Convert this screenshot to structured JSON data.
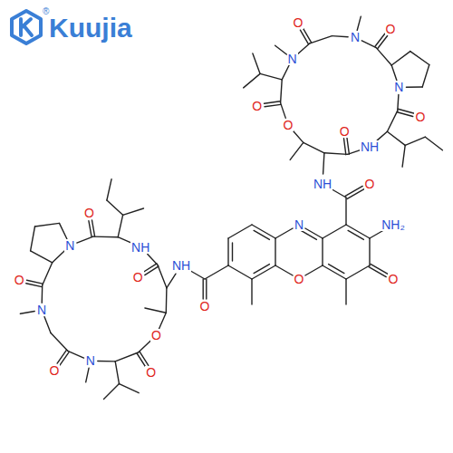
{
  "diagram": {
    "labels": [
      "Kuujia",
      "®",
      "O",
      "NH",
      "O",
      "N",
      "O",
      "N",
      "O",
      "N",
      "O",
      "O",
      "O",
      "NH",
      "N",
      "O",
      "O",
      "NH",
      "NH₂",
      "O",
      "O",
      "NH",
      "O",
      "N",
      "O",
      "N",
      "O",
      "N",
      "O",
      "O"
    ]
  }
}
